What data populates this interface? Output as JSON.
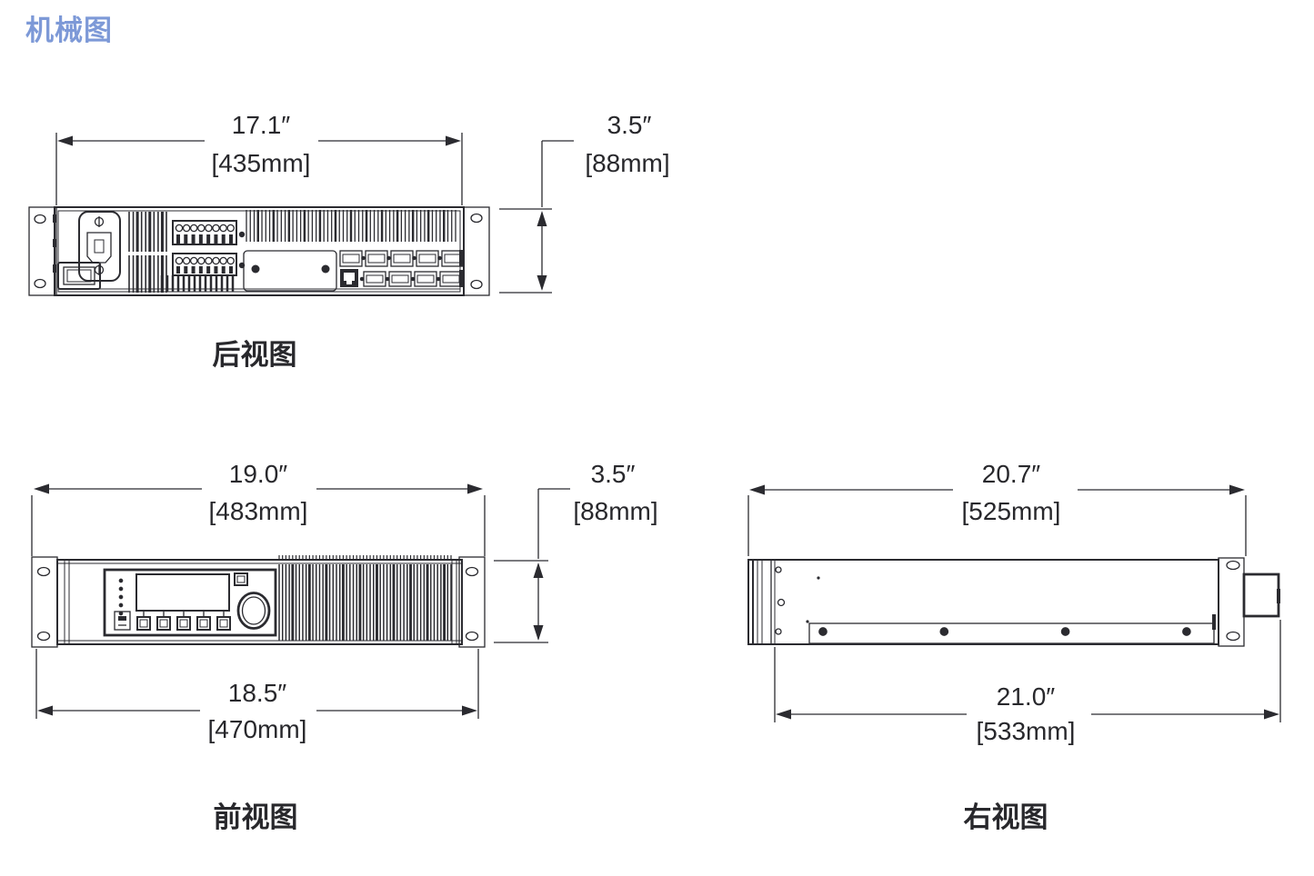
{
  "title": "机械图",
  "colors": {
    "title_accent": "#7d99d7",
    "ink": "#2b2b30"
  },
  "views": {
    "rear": {
      "label": "后视图",
      "width": {
        "in": "17.1″",
        "mm": "[435mm]"
      },
      "height": {
        "in": "3.5″",
        "mm": "[88mm]"
      }
    },
    "front": {
      "label": "前视图",
      "top_width": {
        "in": "19.0″",
        "mm": "[483mm]"
      },
      "bottom_width": {
        "in": "18.5″",
        "mm": "[470mm]"
      },
      "height": {
        "in": "3.5″",
        "mm": "[88mm]"
      }
    },
    "right": {
      "label": "右视图",
      "top_depth": {
        "in": "20.7″",
        "mm": "[525mm]"
      },
      "bottom_depth": {
        "in": "21.0″",
        "mm": "[533mm]"
      }
    }
  }
}
